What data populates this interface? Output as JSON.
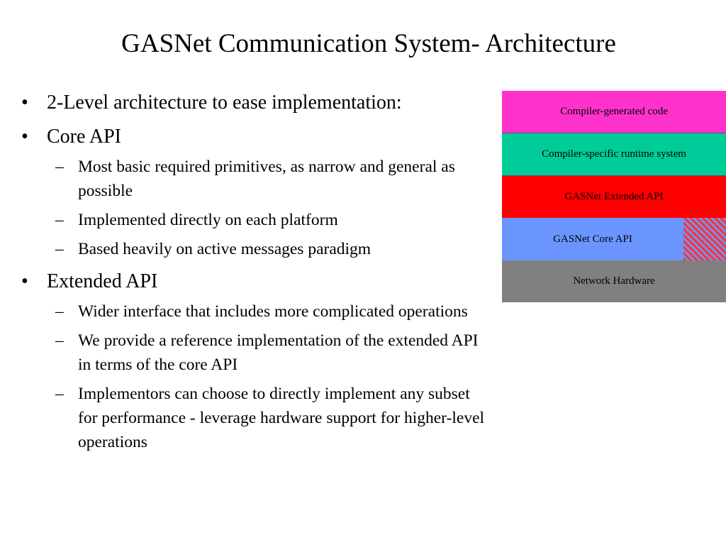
{
  "title": "GASNet Communication System- Architecture",
  "bullets": [
    {
      "marker": "•",
      "text": "2-Level architecture to ease implementation:",
      "subitems": []
    },
    {
      "marker": "•",
      "text": "Core API",
      "subitems": [
        {
          "marker": "–",
          "text": "Most basic required primitives, as narrow and general as possible"
        },
        {
          "marker": "–",
          "text": "Implemented directly on each platform"
        },
        {
          "marker": "–",
          "text": "Based heavily on active messages paradigm"
        }
      ]
    },
    {
      "marker": "•",
      "text": "Extended API",
      "subitems": [
        {
          "marker": "–",
          "text": "Wider interface that includes more complicated operations"
        },
        {
          "marker": "–",
          "text": "We provide a reference implementation of the extended API in terms of the core API"
        },
        {
          "marker": "–",
          "text": "Implementors can choose to directly implement any subset for performance - leverage hardware support for higher-level operations"
        }
      ]
    }
  ],
  "diagram": {
    "layers": [
      {
        "label": "Compiler-generated code",
        "color": "#ff33cc"
      },
      {
        "label": "Compiler-specific runtime system",
        "color": "#00cc99"
      },
      {
        "label": "GASNet Extended API",
        "color": "#ff0000"
      },
      {
        "label": "GASNet Core API",
        "color": "#6a95ff"
      },
      {
        "label": "Network Hardware",
        "color": "#808080"
      }
    ],
    "hatch_colors": [
      "#ff3333",
      "#6a95ff"
    ]
  }
}
